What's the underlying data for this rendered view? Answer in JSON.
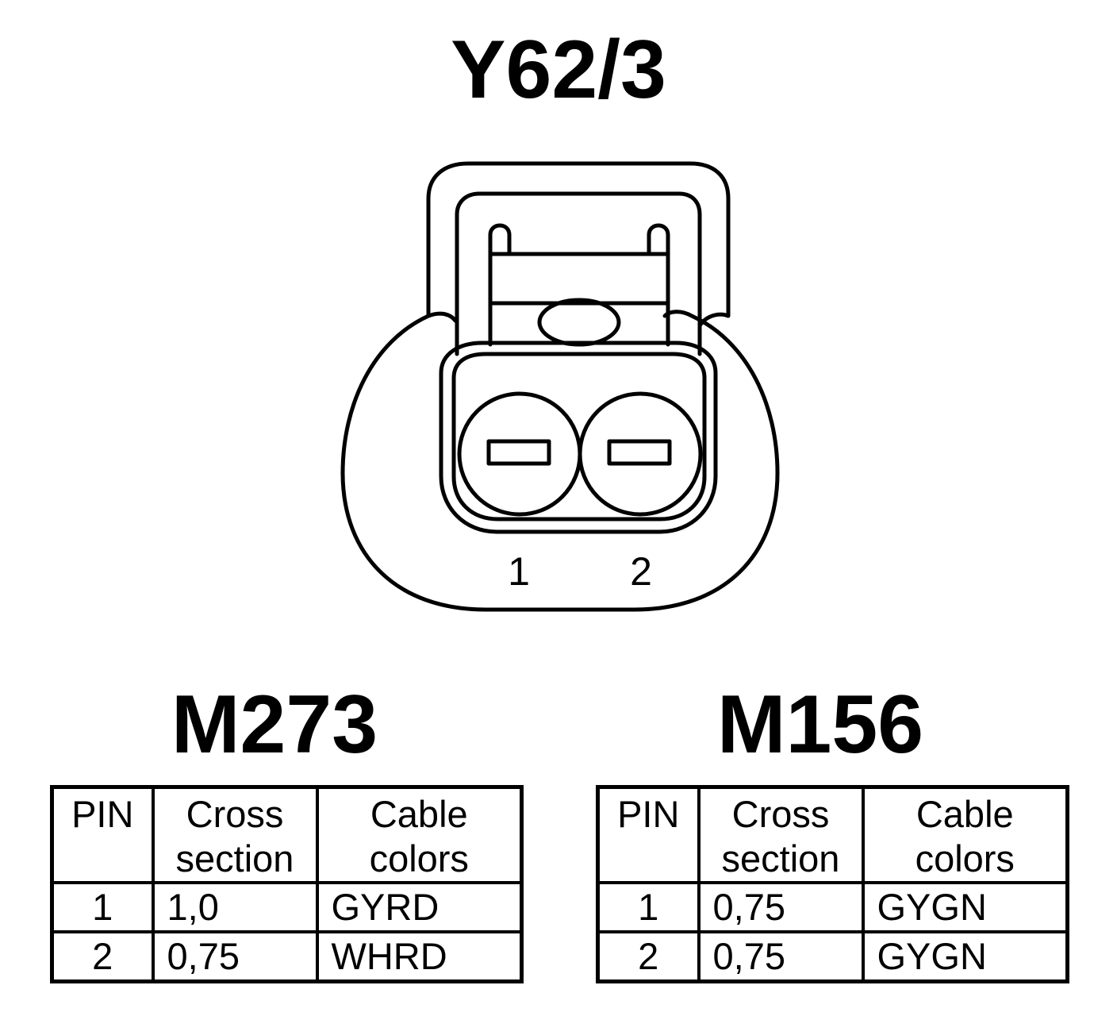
{
  "connector": {
    "title": "Y62/3",
    "pin_labels": [
      "1",
      "2"
    ]
  },
  "tables": [
    {
      "engine": "M273",
      "headers": {
        "pin": "PIN",
        "cross_line1": "Cross",
        "cross_line2": "section",
        "color_line1": "Cable",
        "color_line2": "colors"
      },
      "rows": [
        {
          "pin": "1",
          "cross_section": "1,0",
          "cable_colors": "GYRD"
        },
        {
          "pin": "2",
          "cross_section": "0,75",
          "cable_colors": "WHRD"
        }
      ]
    },
    {
      "engine": "M156",
      "headers": {
        "pin": "PIN",
        "cross_line1": "Cross",
        "cross_line2": "section",
        "color_line1": "Cable",
        "color_line2": "colors"
      },
      "rows": [
        {
          "pin": "1",
          "cross_section": "0,75",
          "cable_colors": "GYGN"
        },
        {
          "pin": "2",
          "cross_section": "0,75",
          "cable_colors": "GYGN"
        }
      ]
    }
  ]
}
